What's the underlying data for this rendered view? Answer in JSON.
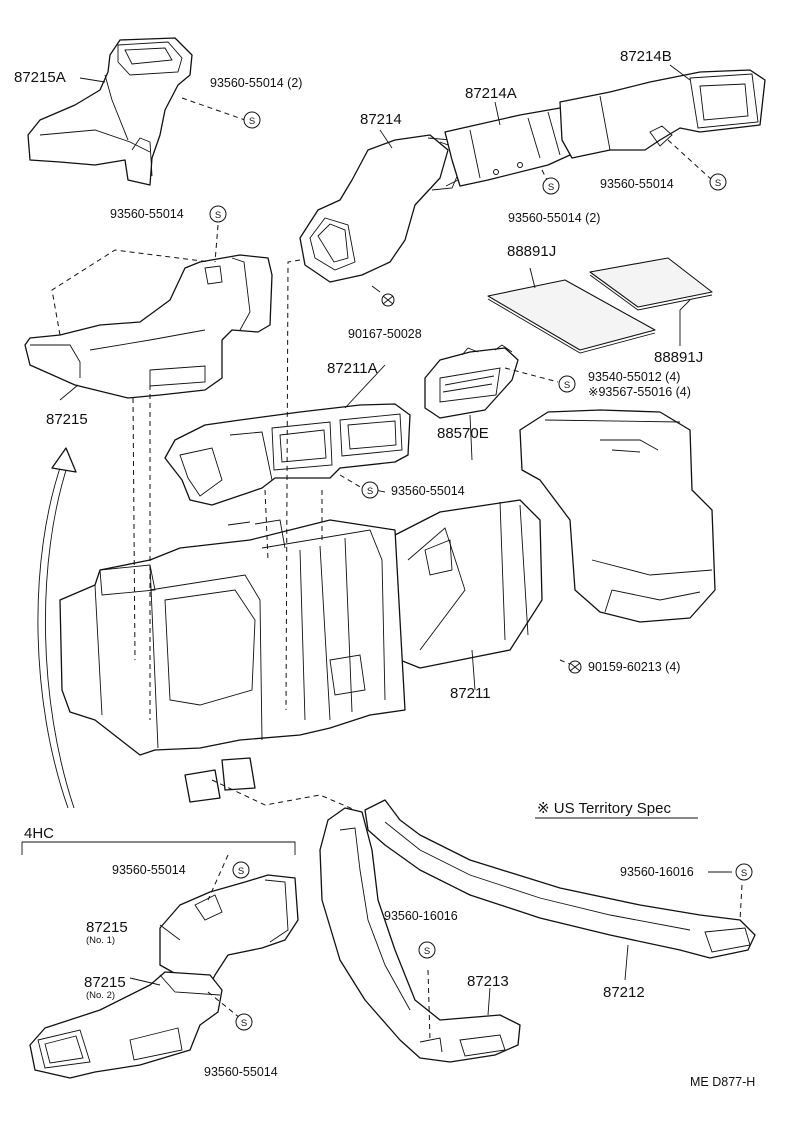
{
  "labels": {
    "p87215A": "87215A",
    "p93560_55014_2_top": "93560-55014 (2)",
    "p93560_55014_left": "93560-55014",
    "p87215": "87215",
    "p87214": "87214",
    "p87214A": "87214A",
    "p87214B": "87214B",
    "p93560_55014_right": "93560-55014",
    "p93560_55014_2_mid": "93560-55014 (2)",
    "p88891J_a": "88891J",
    "p88891J_b": "88891J",
    "p90167_50028": "90167-50028",
    "p87211A": "87211A",
    "p93540_55012": "93540-55012 (4)",
    "p93567_55016": "※93567-55016 (4)",
    "p88570E": "88570E",
    "p93560_55014_center": "93560-55014",
    "p90159_60213": "90159-60213 (4)",
    "p87211": "87211",
    "territory_note": "※ US Territory Spec",
    "section_4hc": "4HC",
    "p93560_55014_4hc_top": "93560-55014",
    "p87215_no1": "87215",
    "p87215_no1_sub": "(No. 1)",
    "p87215_no2": "87215",
    "p87215_no2_sub": "(No. 2)",
    "p93560_55014_4hc_bottom": "93560-55014",
    "p93560_16016_mid": "93560-16016",
    "p93560_16016_right": "93560-16016",
    "p87213": "87213",
    "p87212": "87212",
    "drawing_code": "ME  D877-H"
  },
  "clip_symbol": "S",
  "colors": {
    "line": "#111111",
    "background": "#ffffff"
  }
}
